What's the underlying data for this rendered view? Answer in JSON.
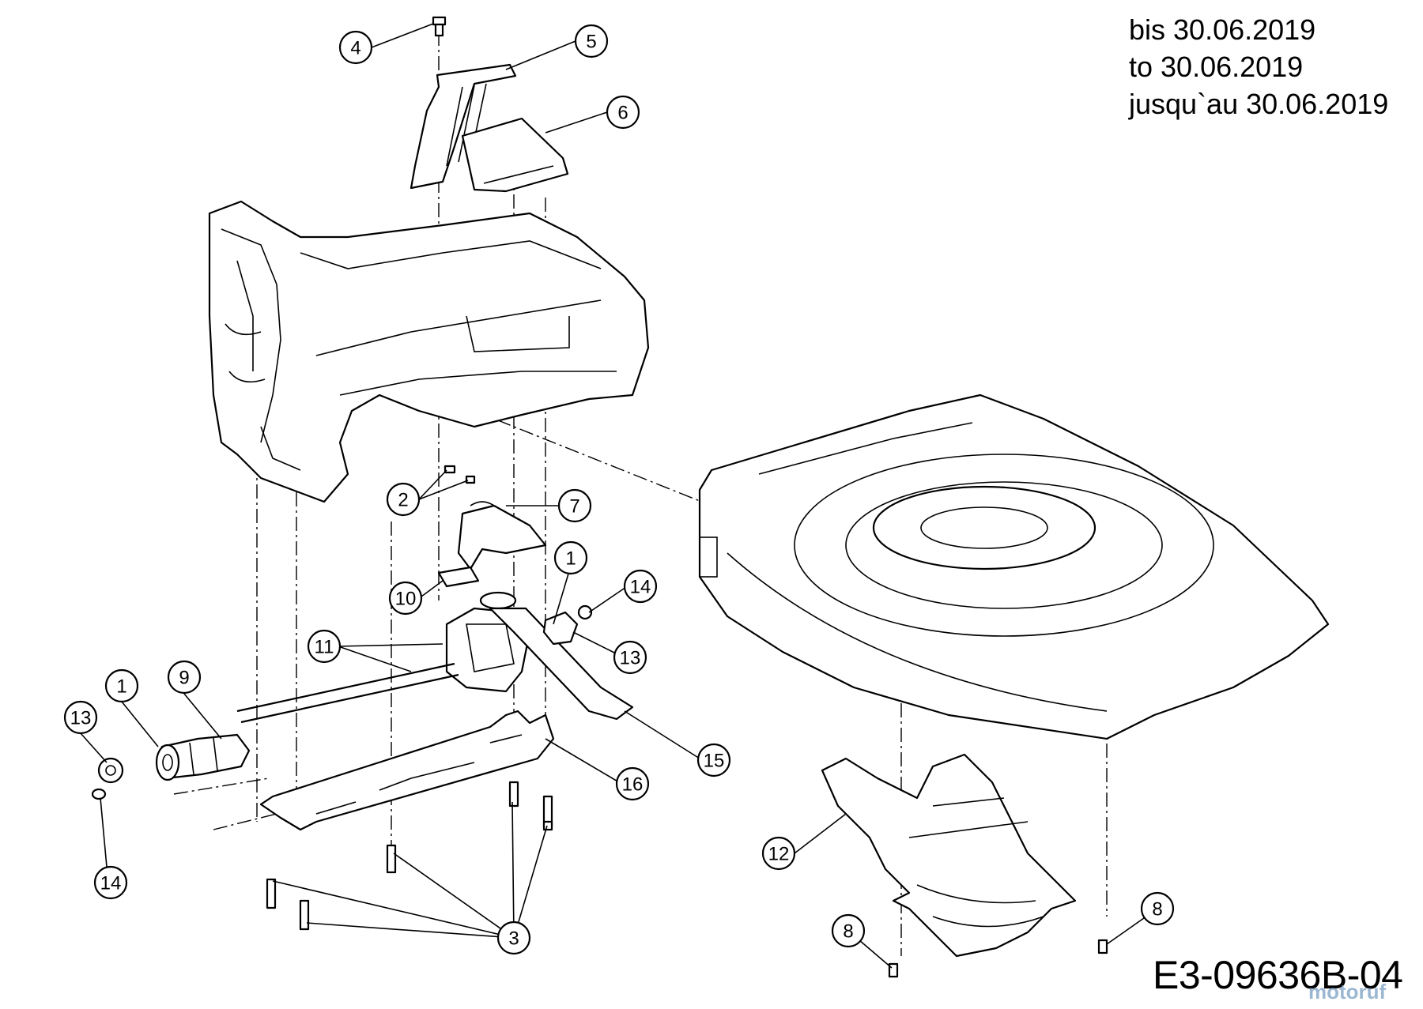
{
  "validity": {
    "de": "bis 30.06.2019",
    "en": "to 30.06.2019",
    "fr": "jusqu`au 30.06.2019"
  },
  "drawing_number": "E3-09636B-04",
  "watermark": "motoruf",
  "callouts": {
    "c1a": "1",
    "c1b": "1",
    "c2": "2",
    "c3": "3",
    "c4": "4",
    "c5": "5",
    "c6": "6",
    "c7": "7",
    "c8a": "8",
    "c8b": "8",
    "c9": "9",
    "c10": "10",
    "c11": "11",
    "c12": "12",
    "c13a": "13",
    "c13b": "13",
    "c14a": "14",
    "c14b": "14",
    "c15": "15",
    "c16": "16"
  }
}
